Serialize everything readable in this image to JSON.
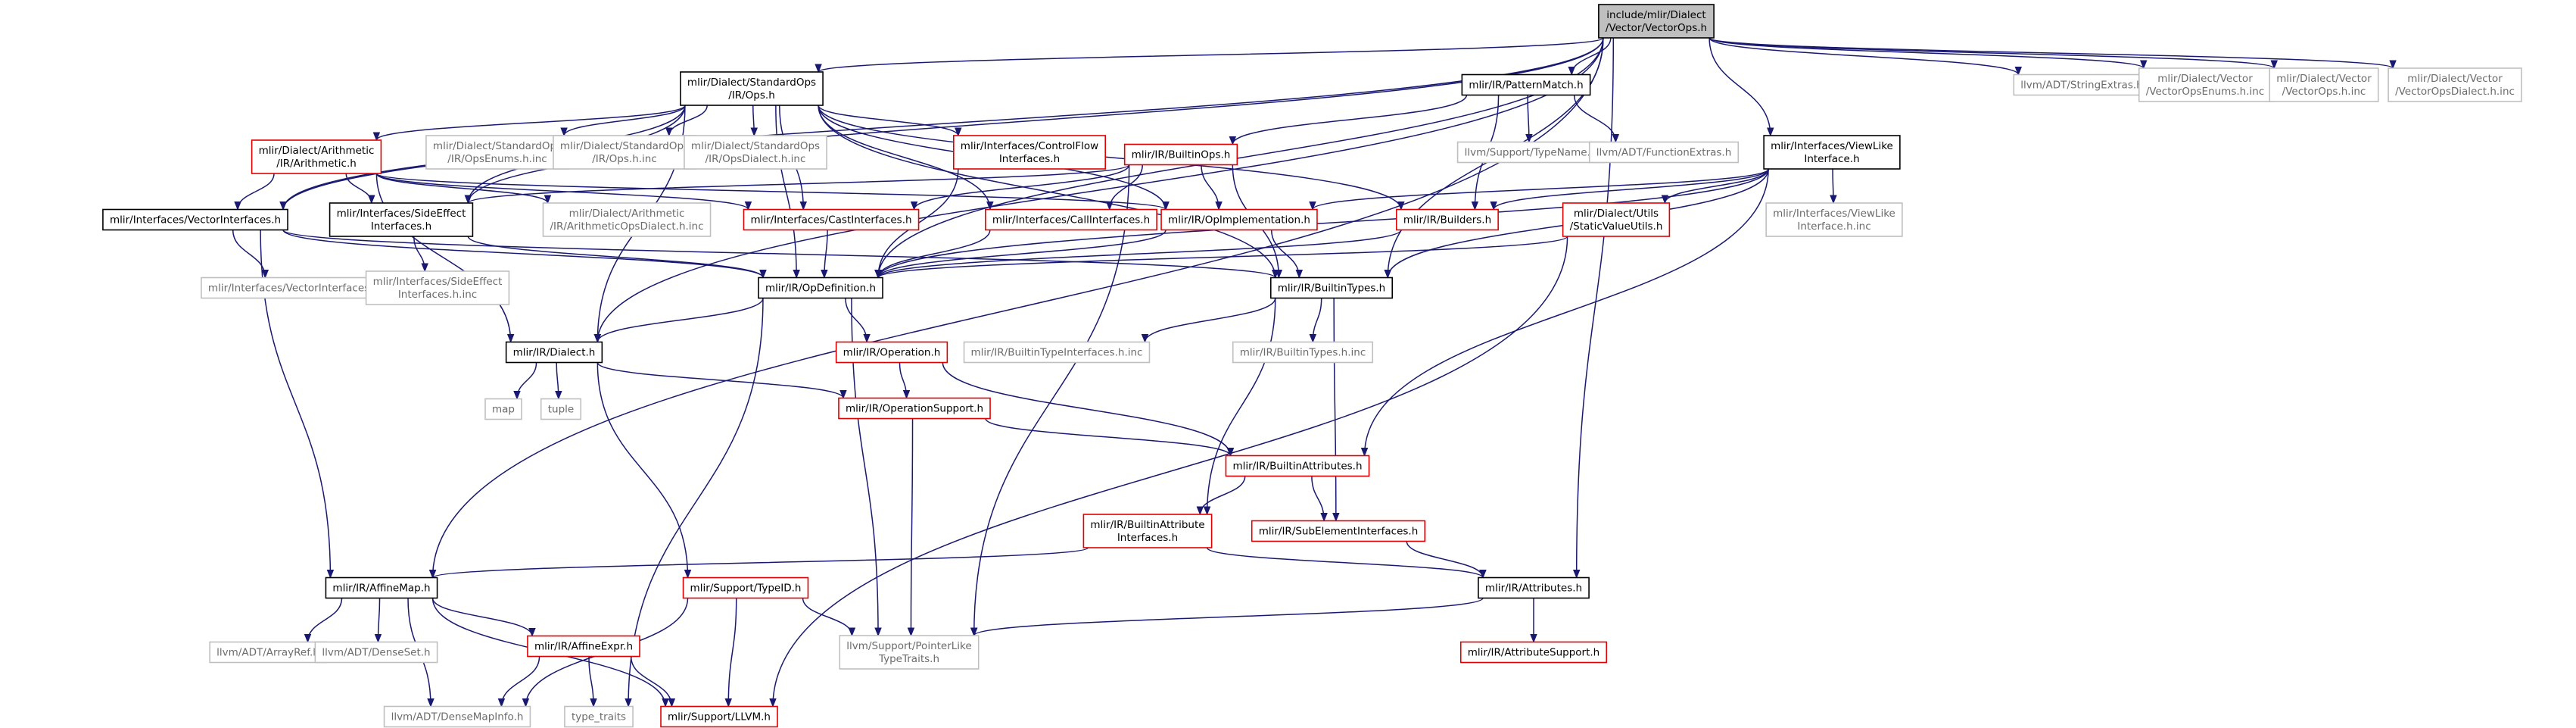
{
  "graph": {
    "nodes": [
      {
        "id": "root",
        "type": "root",
        "lines": [
          "include/mlir/Dialect",
          "/Vector/VectorOps.h"
        ]
      },
      {
        "id": "stdops",
        "type": "black",
        "lines": [
          "mlir/Dialect/StandardOps",
          "/IR/Ops.h"
        ]
      },
      {
        "id": "patmatch",
        "type": "black",
        "lines": [
          "mlir/IR/PatternMatch.h"
        ]
      },
      {
        "id": "viewlike",
        "type": "black",
        "lines": [
          "mlir/Interfaces/ViewLike",
          "Interface.h"
        ]
      },
      {
        "id": "stringextras",
        "type": "gray",
        "lines": [
          "llvm/ADT/StringExtras.h"
        ]
      },
      {
        "id": "vecenums",
        "type": "gray",
        "lines": [
          "mlir/Dialect/Vector",
          "/VectorOpsEnums.h.inc"
        ]
      },
      {
        "id": "vecopsinc",
        "type": "gray",
        "lines": [
          "mlir/Dialect/Vector",
          "/VectorOps.h.inc"
        ]
      },
      {
        "id": "vecopsdialect",
        "type": "gray",
        "lines": [
          "mlir/Dialect/Vector",
          "/VectorOpsDialect.h.inc"
        ]
      },
      {
        "id": "arith",
        "type": "red",
        "lines": [
          "mlir/Dialect/Arithmetic",
          "/IR/Arithmetic.h"
        ]
      },
      {
        "id": "stdenums",
        "type": "gray",
        "lines": [
          "mlir/Dialect/StandardOps",
          "/IR/OpsEnums.h.inc"
        ]
      },
      {
        "id": "stdopsinc",
        "type": "gray",
        "lines": [
          "mlir/Dialect/StandardOps",
          "/IR/Ops.h.inc"
        ]
      },
      {
        "id": "stddialect",
        "type": "gray",
        "lines": [
          "mlir/Dialect/StandardOps",
          "/IR/OpsDialect.h.inc"
        ]
      },
      {
        "id": "ctrlflow",
        "type": "red",
        "lines": [
          "mlir/Interfaces/ControlFlow",
          "Interfaces.h"
        ]
      },
      {
        "id": "builtinops",
        "type": "red",
        "lines": [
          "mlir/IR/BuiltinOps.h"
        ]
      },
      {
        "id": "typename",
        "type": "gray",
        "lines": [
          "llvm/Support/TypeName.h"
        ]
      },
      {
        "id": "funcextras",
        "type": "gray",
        "lines": [
          "llvm/ADT/FunctionExtras.h"
        ]
      },
      {
        "id": "vecinterfaces",
        "type": "black",
        "lines": [
          "mlir/Interfaces/VectorInterfaces.h"
        ]
      },
      {
        "id": "sideeffect",
        "type": "black",
        "lines": [
          "mlir/Interfaces/SideEffect",
          "Interfaces.h"
        ]
      },
      {
        "id": "arithdialect",
        "type": "gray",
        "lines": [
          "mlir/Dialect/Arithmetic",
          "/IR/ArithmeticOpsDialect.h.inc"
        ]
      },
      {
        "id": "castinterfaces",
        "type": "red",
        "lines": [
          "mlir/Interfaces/CastInterfaces.h"
        ]
      },
      {
        "id": "callinterfaces",
        "type": "red",
        "lines": [
          "mlir/Interfaces/CallInterfaces.h"
        ]
      },
      {
        "id": "opimpl",
        "type": "red",
        "lines": [
          "mlir/IR/OpImplementation.h"
        ]
      },
      {
        "id": "builders",
        "type": "red",
        "lines": [
          "mlir/IR/Builders.h"
        ]
      },
      {
        "id": "staticvalue",
        "type": "red",
        "lines": [
          "mlir/Dialect/Utils",
          "/StaticValueUtils.h"
        ]
      },
      {
        "id": "viewlikeinc",
        "type": "gray",
        "lines": [
          "mlir/Interfaces/ViewLike",
          "Interface.h.inc"
        ]
      },
      {
        "id": "vecinterfacesinc",
        "type": "gray",
        "lines": [
          "mlir/Interfaces/VectorInterfaces.h.inc"
        ]
      },
      {
        "id": "sideeffectinc",
        "type": "gray",
        "lines": [
          "mlir/Interfaces/SideEffect",
          "Interfaces.h.inc"
        ]
      },
      {
        "id": "opdef",
        "type": "black",
        "lines": [
          "mlir/IR/OpDefinition.h"
        ]
      },
      {
        "id": "builtintypes",
        "type": "black",
        "lines": [
          "mlir/IR/BuiltinTypes.h"
        ]
      },
      {
        "id": "dialect",
        "type": "black",
        "lines": [
          "mlir/IR/Dialect.h"
        ]
      },
      {
        "id": "operation",
        "type": "red",
        "lines": [
          "mlir/IR/Operation.h"
        ]
      },
      {
        "id": "btinterfacesinc",
        "type": "gray",
        "lines": [
          "mlir/IR/BuiltinTypeInterfaces.h.inc"
        ]
      },
      {
        "id": "btinc",
        "type": "gray",
        "lines": [
          "mlir/IR/BuiltinTypes.h.inc"
        ]
      },
      {
        "id": "map",
        "type": "gray",
        "lines": [
          "map"
        ]
      },
      {
        "id": "tuple",
        "type": "gray",
        "lines": [
          "tuple"
        ]
      },
      {
        "id": "opsupport",
        "type": "red",
        "lines": [
          "mlir/IR/OperationSupport.h"
        ]
      },
      {
        "id": "builtinattrs",
        "type": "red",
        "lines": [
          "mlir/IR/BuiltinAttributes.h"
        ]
      },
      {
        "id": "battrinterfaces",
        "type": "red",
        "lines": [
          "mlir/IR/BuiltinAttribute",
          "Interfaces.h"
        ]
      },
      {
        "id": "subelem",
        "type": "red",
        "lines": [
          "mlir/IR/SubElementInterfaces.h"
        ]
      },
      {
        "id": "affinemap",
        "type": "black",
        "lines": [
          "mlir/IR/AffineMap.h"
        ]
      },
      {
        "id": "typeid",
        "type": "red",
        "lines": [
          "mlir/Support/TypeID.h"
        ]
      },
      {
        "id": "attributes",
        "type": "black",
        "lines": [
          "mlir/IR/Attributes.h"
        ]
      },
      {
        "id": "arrayref",
        "type": "gray",
        "lines": [
          "llvm/ADT/ArrayRef.h"
        ]
      },
      {
        "id": "denseset",
        "type": "gray",
        "lines": [
          "llvm/ADT/DenseSet.h"
        ]
      },
      {
        "id": "affineexpr",
        "type": "red",
        "lines": [
          "mlir/IR/AffineExpr.h"
        ]
      },
      {
        "id": "pointerlike",
        "type": "gray",
        "lines": [
          "llvm/Support/PointerLike",
          "TypeTraits.h"
        ]
      },
      {
        "id": "attrsupport",
        "type": "red",
        "lines": [
          "mlir/IR/AttributeSupport.h"
        ]
      },
      {
        "id": "densemapinfo",
        "type": "gray",
        "lines": [
          "llvm/ADT/DenseMapInfo.h"
        ]
      },
      {
        "id": "typetraits",
        "type": "gray",
        "lines": [
          "type_traits"
        ]
      },
      {
        "id": "llvmh",
        "type": "red",
        "lines": [
          "mlir/Support/LLVM.h"
        ]
      }
    ],
    "edges": [
      [
        "root",
        "stdops"
      ],
      [
        "root",
        "patmatch"
      ],
      [
        "root",
        "viewlike"
      ],
      [
        "root",
        "stringextras"
      ],
      [
        "root",
        "vecenums"
      ],
      [
        "root",
        "vecopsinc"
      ],
      [
        "root",
        "vecopsdialect"
      ],
      [
        "root",
        "vecinterfaces"
      ],
      [
        "root",
        "sideeffect"
      ],
      [
        "root",
        "dialect"
      ],
      [
        "root",
        "affinemap"
      ],
      [
        "root",
        "attributes"
      ],
      [
        "root",
        "opdef"
      ],
      [
        "root",
        "builtintypes"
      ],
      [
        "stdops",
        "arith"
      ],
      [
        "stdops",
        "stdenums"
      ],
      [
        "stdops",
        "stdopsinc"
      ],
      [
        "stdops",
        "stddialect"
      ],
      [
        "stdops",
        "ctrlflow"
      ],
      [
        "stdops",
        "vecinterfaces"
      ],
      [
        "stdops",
        "sideeffect"
      ],
      [
        "stdops",
        "castinterfaces"
      ],
      [
        "stdops",
        "callinterfaces"
      ],
      [
        "stdops",
        "opimpl"
      ],
      [
        "stdops",
        "builders"
      ],
      [
        "stdops",
        "builtintypes"
      ],
      [
        "stdops",
        "dialect"
      ],
      [
        "stdops",
        "opdef"
      ],
      [
        "patmatch",
        "builtinops"
      ],
      [
        "patmatch",
        "typename"
      ],
      [
        "patmatch",
        "funcextras"
      ],
      [
        "patmatch",
        "builders"
      ],
      [
        "viewlike",
        "opimpl"
      ],
      [
        "viewlike",
        "builders"
      ],
      [
        "viewlike",
        "staticvalue"
      ],
      [
        "viewlike",
        "viewlikeinc"
      ],
      [
        "viewlike",
        "builtintypes"
      ],
      [
        "viewlike",
        "opdef"
      ],
      [
        "viewlike",
        "builtinattrs"
      ],
      [
        "arith",
        "vecinterfaces"
      ],
      [
        "arith",
        "sideeffect"
      ],
      [
        "arith",
        "arithdialect"
      ],
      [
        "arith",
        "castinterfaces"
      ],
      [
        "arith",
        "opimpl"
      ],
      [
        "arith",
        "dialect"
      ],
      [
        "ctrlflow",
        "opdef"
      ],
      [
        "builtinops",
        "sideeffect"
      ],
      [
        "builtinops",
        "castinterfaces"
      ],
      [
        "builtinops",
        "callinterfaces"
      ],
      [
        "builtinops",
        "opimpl"
      ],
      [
        "builtinops",
        "builtintypes"
      ],
      [
        "builtinops",
        "pointerlike"
      ],
      [
        "vecinterfaces",
        "vecinterfacesinc"
      ],
      [
        "vecinterfaces",
        "opdef"
      ],
      [
        "vecinterfaces",
        "builtintypes"
      ],
      [
        "vecinterfaces",
        "affinemap"
      ],
      [
        "sideeffect",
        "sideeffectinc"
      ],
      [
        "sideeffect",
        "opdef"
      ],
      [
        "castinterfaces",
        "opdef"
      ],
      [
        "callinterfaces",
        "opdef"
      ],
      [
        "opimpl",
        "opdef"
      ],
      [
        "opimpl",
        "builtintypes"
      ],
      [
        "builders",
        "opdef"
      ],
      [
        "staticvalue",
        "opdef"
      ],
      [
        "staticvalue",
        "llvmh"
      ],
      [
        "opdef",
        "dialect"
      ],
      [
        "opdef",
        "operation"
      ],
      [
        "opdef",
        "pointerlike"
      ],
      [
        "opdef",
        "typetraits"
      ],
      [
        "builtintypes",
        "btinterfacesinc"
      ],
      [
        "builtintypes",
        "btinc"
      ],
      [
        "builtintypes",
        "battrinterfaces"
      ],
      [
        "builtintypes",
        "subelem"
      ],
      [
        "dialect",
        "map"
      ],
      [
        "dialect",
        "tuple"
      ],
      [
        "dialect",
        "opsupport"
      ],
      [
        "dialect",
        "typeid"
      ],
      [
        "operation",
        "opsupport"
      ],
      [
        "operation",
        "builtinattrs"
      ],
      [
        "opsupport",
        "builtinattrs"
      ],
      [
        "opsupport",
        "pointerlike"
      ],
      [
        "builtinattrs",
        "battrinterfaces"
      ],
      [
        "builtinattrs",
        "subelem"
      ],
      [
        "battrinterfaces",
        "affinemap"
      ],
      [
        "battrinterfaces",
        "attributes"
      ],
      [
        "subelem",
        "attributes"
      ],
      [
        "affinemap",
        "arrayref"
      ],
      [
        "affinemap",
        "denseset"
      ],
      [
        "affinemap",
        "affineexpr"
      ],
      [
        "affinemap",
        "densemapinfo"
      ],
      [
        "affinemap",
        "llvmh"
      ],
      [
        "typeid",
        "pointerlike"
      ],
      [
        "typeid",
        "densemapinfo"
      ],
      [
        "typeid",
        "llvmh"
      ],
      [
        "attributes",
        "pointerlike"
      ],
      [
        "attributes",
        "attrsupport"
      ],
      [
        "affineexpr",
        "densemapinfo"
      ],
      [
        "affineexpr",
        "typetraits"
      ],
      [
        "affineexpr",
        "llvmh"
      ]
    ]
  }
}
